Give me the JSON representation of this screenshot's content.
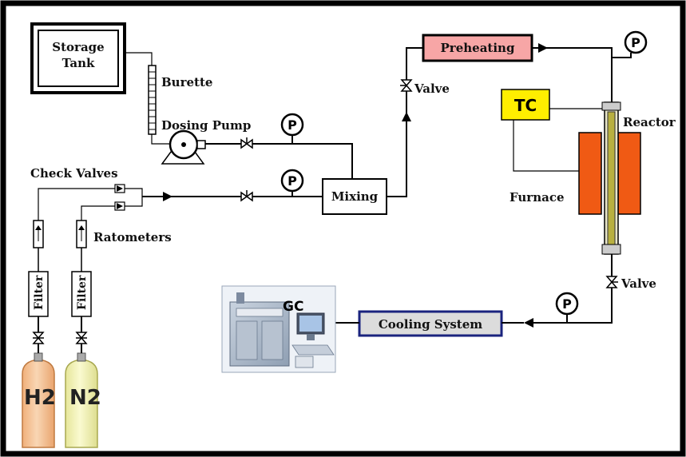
{
  "labels": {
    "storage_tank_line1": "Storage",
    "storage_tank_line2": "Tank",
    "burette": "Burette",
    "dosing_pump": "Dosing Pump",
    "check_valves": "Check Valves",
    "ratometers": "Ratometers",
    "filter": "Filter",
    "mixing": "Mixing",
    "preheating": "Preheating",
    "valve_top": "Valve",
    "valve_bottom": "Valve",
    "tc": "TC",
    "reactor": "Reactor",
    "furnace": "Furnace",
    "cooling_system": "Cooling System",
    "gc": "GC",
    "h2": "H2",
    "n2": "N2",
    "gauge": "P"
  },
  "colors": {
    "preheating_fill": "#f7a6a6",
    "tc_fill": "#ffee00",
    "furnace_fill": "#f05a14",
    "cooling_fill": "#dcdcdc",
    "cooling_border": "#1a237e",
    "h2_cylinder": "#f6c79a",
    "n2_cylinder": "#f3f3b4"
  }
}
